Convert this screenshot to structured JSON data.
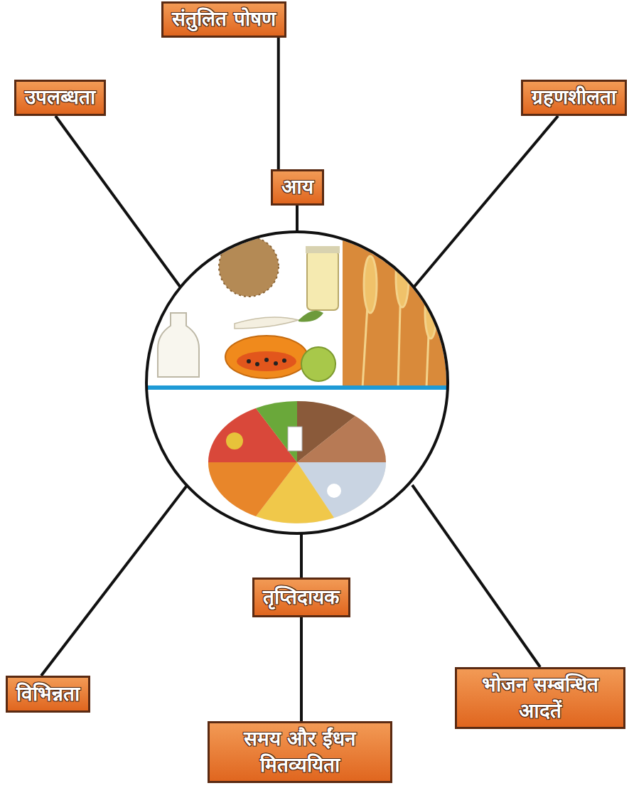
{
  "diagram": {
    "nodes": [
      {
        "text": [
          "संतुलित पोषण"
        ]
      },
      {
        "text": [
          "उपलब्धता"
        ]
      },
      {
        "text": [
          "ग्रहणशीलता"
        ]
      },
      {
        "text": [
          "आय"
        ]
      },
      {
        "text": [
          "तृप्तिदायक"
        ]
      },
      {
        "text": [
          "विभिन्नता"
        ]
      },
      {
        "text": [
          "भोजन सम्बन्धित आदतें"
        ]
      },
      {
        "text": [
          "समय और ईंधन मितव्ययिता"
        ]
      }
    ],
    "edges": [
      {
        "from": 0,
        "to": 3,
        "arrow": "none"
      },
      {
        "from": 4,
        "to": 7,
        "arrow": "none"
      }
    ]
  }
}
